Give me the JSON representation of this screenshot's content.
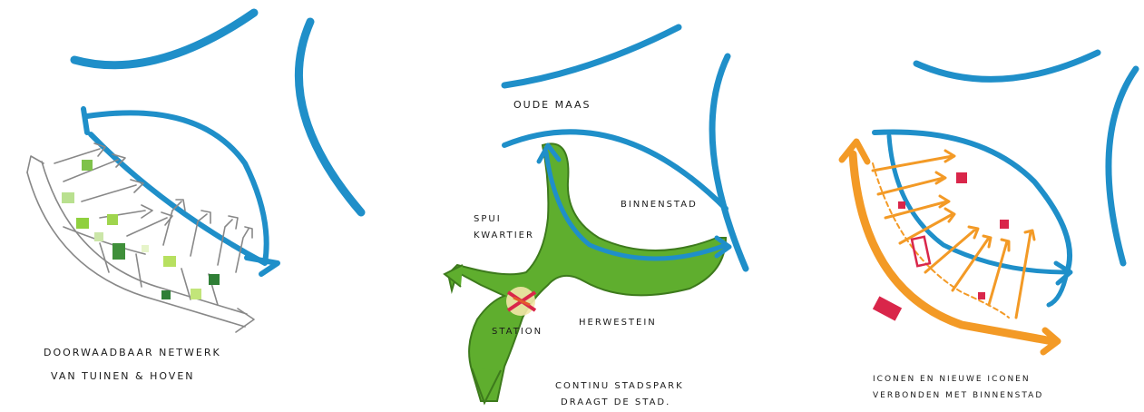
{
  "panels": [
    {
      "caption_line1": "DOORWAADBAAR NETWERK",
      "caption_line2": "VAN TUINEN & HOVEN"
    },
    {
      "label_river": "OUDE MAAS",
      "label_binnenstad": "BINNENSTAD",
      "label_spui_1": "SPUI",
      "label_spui_2": "KWARTIER",
      "label_station": "STATION",
      "label_herwestein": "HERWESTEIN",
      "caption_line1": "CONTINU STADSPARK",
      "caption_line2": "DRAAGT DE STAD."
    },
    {
      "caption_line1": "ICONEN EN NIEUWE ICONEN",
      "caption_line2": "VERBONDEN MET BINNENSTAD"
    }
  ],
  "colors": {
    "water_blue": "#1f8fc9",
    "park_green": "#5fae2e",
    "icon_red": "#d9264a",
    "network_orange": "#f39a26"
  }
}
